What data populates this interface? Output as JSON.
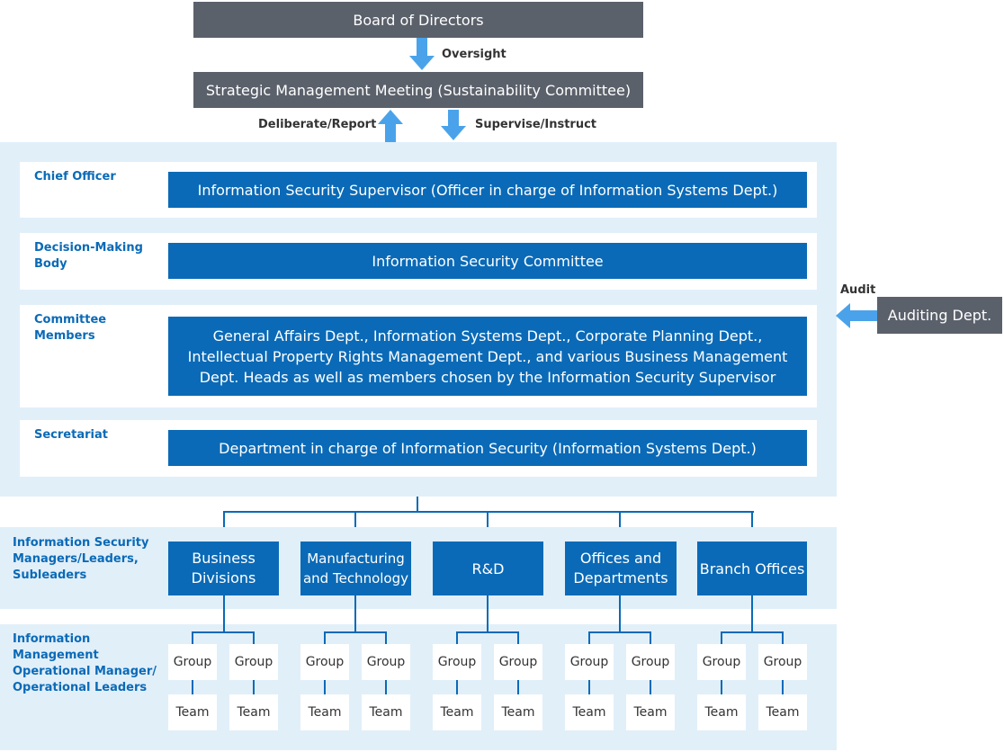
{
  "top": {
    "board": "Board of Directors",
    "oversight": "Oversight",
    "strategic": "Strategic Management Meeting (Sustainability Committee)",
    "deliberate": "Deliberate/Report",
    "supervise": "Supervise/Instruct"
  },
  "rows": {
    "chief_label": "Chief Officer",
    "chief_box": "Information Security Supervisor (Officer in charge of Information Systems Dept.)",
    "decision_label": "Decision-Making Body",
    "decision_box": "Information Security Committee",
    "members_label": "Committee Members",
    "members_box": "General Affairs Dept., Information Systems Dept., Corporate Planning Dept., Intellectual Property Rights Management Dept., and various Business Management Dept. Heads as well as members chosen by the Information Security Supervisor",
    "secretariat_label": "Secretariat",
    "secretariat_box": "Department in charge of Information Security (Information Systems Dept.)"
  },
  "audit": {
    "label": "Audit",
    "dept": "Auditing Dept."
  },
  "managers": {
    "label": "Information Security Managers/Leaders, Subleaders",
    "divisions": [
      "Business Divisions",
      "Manufacturing and Technology",
      "R&D",
      "Offices and Departments",
      "Branch Offices"
    ]
  },
  "operational": {
    "label": "Information Management Operational Manager/ Operational Leaders",
    "group": "Group",
    "team": "Team"
  },
  "colors": {
    "blue": "#0a6ab7",
    "gray": "#5b616b",
    "panel": "#e1eff9",
    "arrow": "#4aa3ea"
  }
}
